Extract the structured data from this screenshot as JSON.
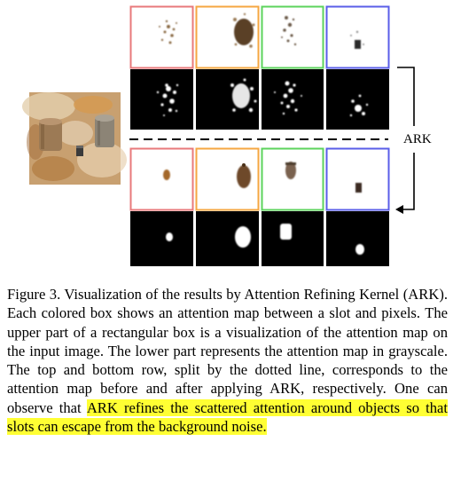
{
  "figure": {
    "side_label": "ARK",
    "slot_colors": [
      "#e8797b",
      "#f5a742",
      "#5cd35c",
      "#5a5ee8"
    ],
    "input_image": "scene with a can, a bottle and a small block on a rug"
  },
  "caption": {
    "text": "Figure 3. Visualization of the results by Attention Refining Kernel (ARK). Each colored box shows an attention map between a slot and pixels. The upper part of a rectangular box is a visualization of the attention map on the input image. The lower part represents the attention map in grayscale. The top and bottom row, split by the dotted line, corresponds to the attention map before and after applying ARK, respectively. One can observe that ",
    "highlight": "ARK refines the scattered attention around objects so that slots can escape from the background noise."
  }
}
